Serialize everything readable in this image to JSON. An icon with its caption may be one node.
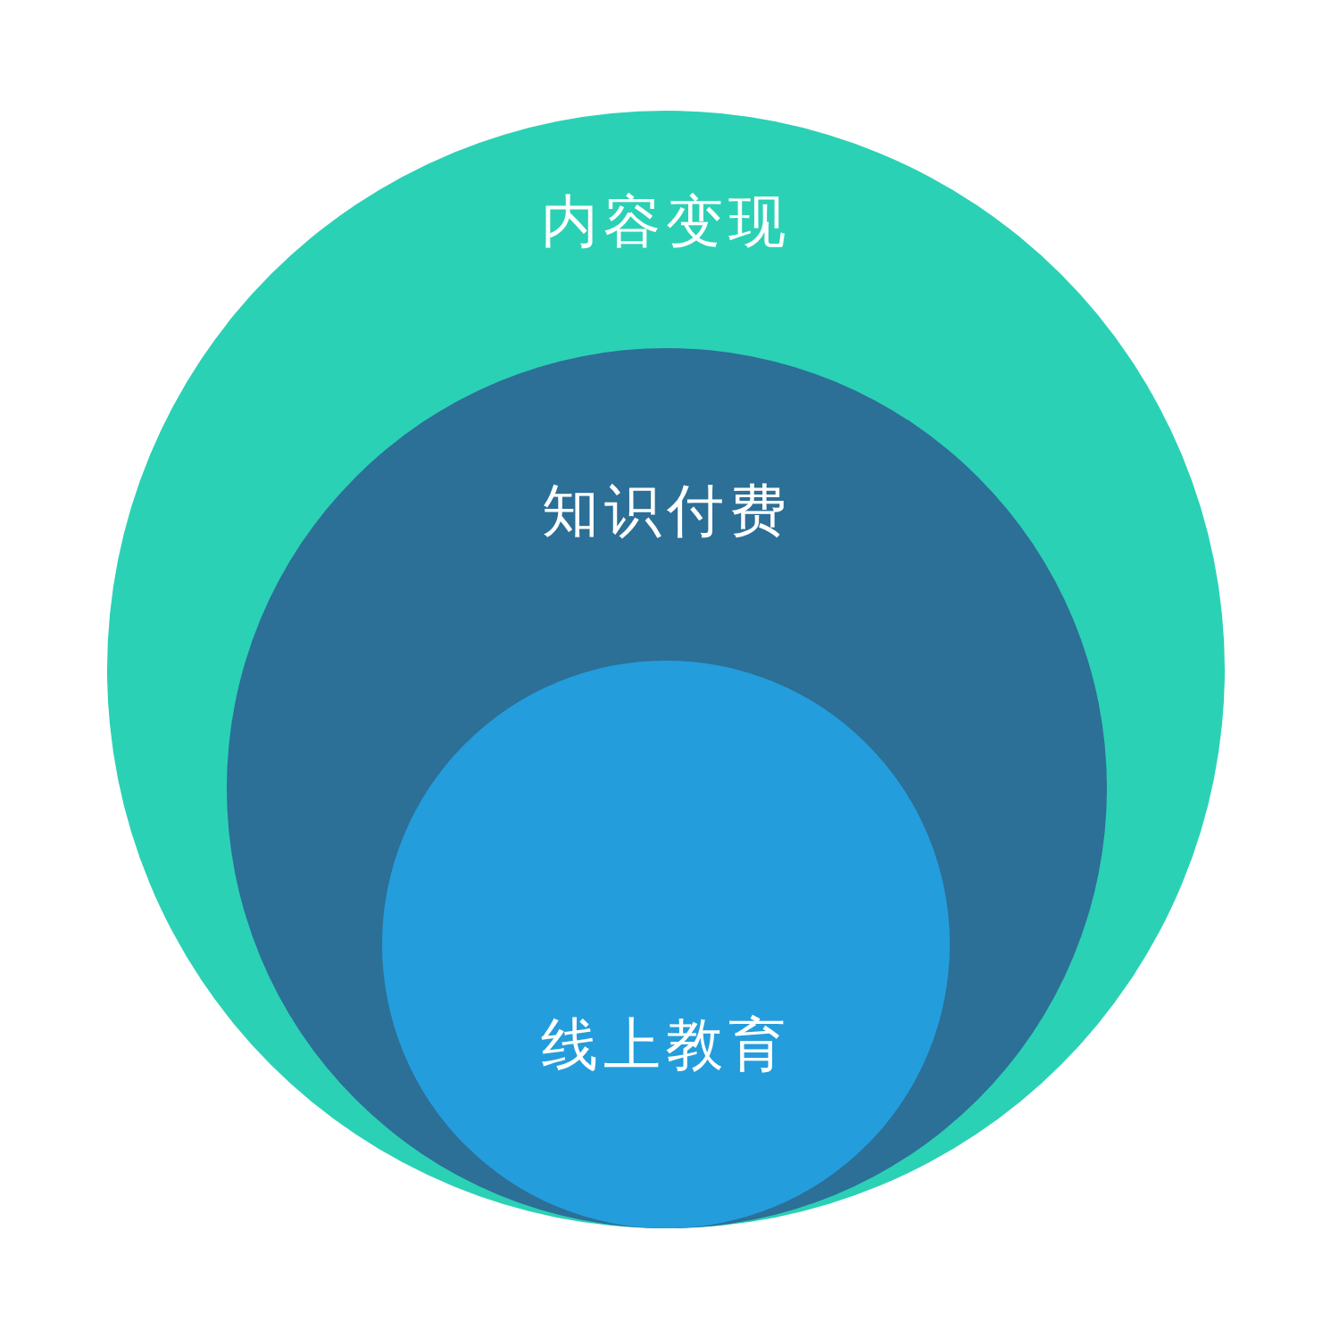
{
  "diagram": {
    "nodes": [
      {
        "text": [
          "内容变现"
        ]
      },
      {
        "text": [
          "知识付费"
        ],
        "in": 0
      },
      {
        "text": [
          "线上教育"
        ],
        "in": 1
      }
    ]
  }
}
